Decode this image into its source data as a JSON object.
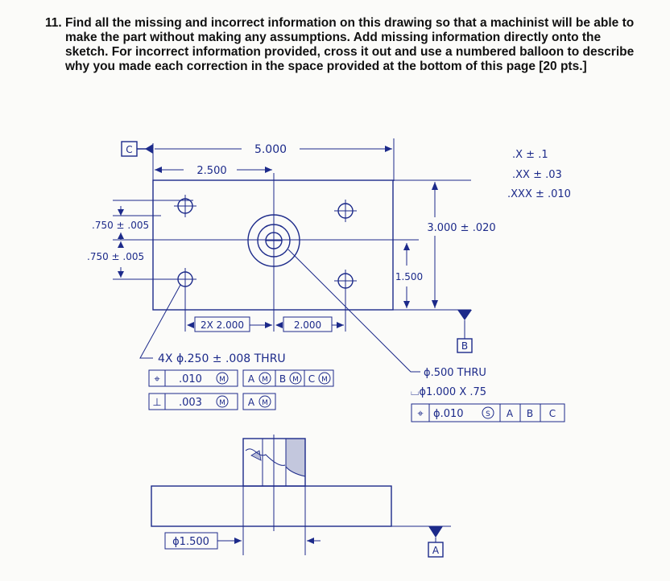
{
  "question": {
    "number": "11.",
    "text": "Find all the missing and incorrect information on this drawing so that a machinist will be able to make the part without making any assumptions. Add missing information directly onto the sketch. For incorrect information provided, cross it out and use a numbered balloon to describe why you made each correction in the space provided at the bottom of this page [20 pts.]"
  },
  "drawing": {
    "datum_c": "C",
    "datum_b": "B",
    "datum_a": "A",
    "dim_overall_length": "5.000",
    "dim_center_x": "2.500",
    "dim_height": "3.000 ± .020",
    "dim_center_y": "1.500",
    "dim_upper_hole": ".750 ± .005",
    "dim_lower_hole": ".750 ± .005",
    "dim_hole_spacing_1": "2X 2.000",
    "dim_hole_spacing_2": "2.000",
    "tolerances": [
      ".X ± .1",
      ".XX ± .03",
      ".XXX ± .010"
    ],
    "hole_callout": "4X ϕ.250 ± .008 THRU",
    "fcf_hole_row1": {
      "symbol": "⌖",
      "tol": ".010",
      "mod": "M",
      "datums": [
        {
          "l": "A",
          "m": "M"
        },
        {
          "l": "B",
          "m": "M"
        },
        {
          "l": "C",
          "m": "M"
        }
      ]
    },
    "fcf_hole_row2": {
      "symbol": "⊥",
      "tol": ".003",
      "mod": "M",
      "datums": [
        {
          "l": "A",
          "m": "M"
        }
      ]
    },
    "center_hole_line1": "ϕ.500 THRU",
    "center_hole_line2": "⌴ϕ1.000 X .75",
    "fcf_center": {
      "symbol": "⌖",
      "tol": "ϕ.010",
      "mod": "S",
      "datums": [
        "A",
        "B",
        "C"
      ]
    },
    "dim_boss_dia": "ϕ1.500"
  }
}
